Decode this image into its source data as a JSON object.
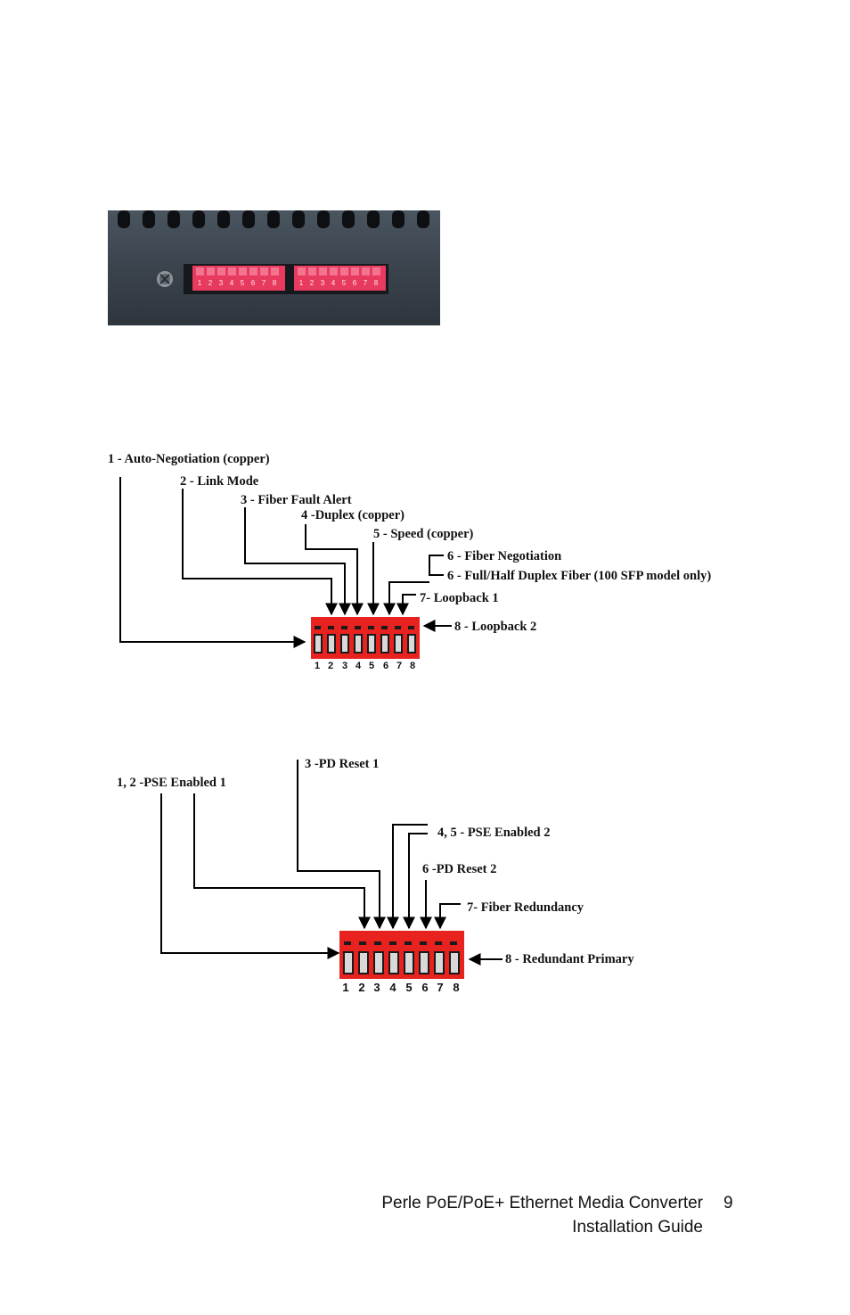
{
  "photo": {
    "left_digits": [
      "1",
      "2",
      "3",
      "4",
      "5",
      "6",
      "7",
      "8"
    ],
    "right_digits": [
      "1",
      "2",
      "3",
      "4",
      "5",
      "6",
      "7",
      "8"
    ]
  },
  "diagram1": {
    "labels": [
      "1 - Auto-Negotiation (copper)",
      "2 -  Link Mode",
      "3 - Fiber Fault Alert",
      "4 -Duplex (copper)",
      "5 -  Speed (copper)",
      "6 - Fiber Negotiation",
      "6 - Full/Half Duplex Fiber (100 SFP model only)",
      "7- Loopback 1",
      "8 - Loopback 2"
    ],
    "switch_numbers": [
      "1",
      "2",
      "3",
      "4",
      "5",
      "6",
      "7",
      "8"
    ]
  },
  "diagram2": {
    "labels": [
      "3 -PD Reset 1",
      "1, 2 -PSE Enabled 1",
      "4, 5 -  PSE Enabled 2",
      "6 -PD Reset 2",
      "7- Fiber Redundancy",
      "8 - Redundant Primary"
    ],
    "switch_numbers": [
      "1",
      "2",
      "3",
      "4",
      "5",
      "6",
      "7",
      "8"
    ]
  },
  "footer": {
    "title_line1": "Perle PoE/PoE+ Ethernet Media Converter",
    "title_line2": "Installation Guide",
    "page_number": "9"
  },
  "colors": {
    "switch_red": "#e8231f",
    "photo_panel": "#3a424c",
    "photo_switch": "#e83a5e"
  }
}
